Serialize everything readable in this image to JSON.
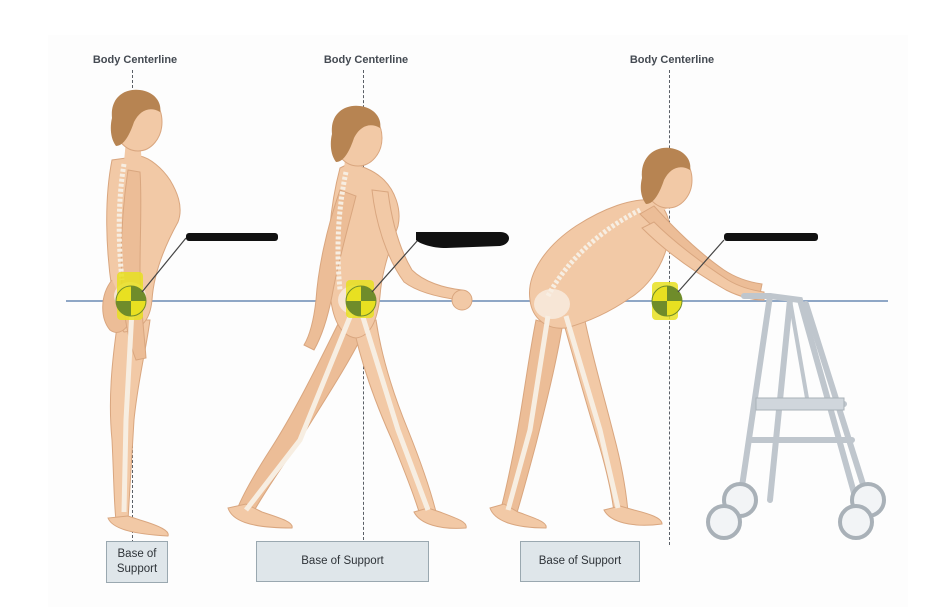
{
  "labels": {
    "centerline_1": "Body Centerline",
    "centerline_2": "Body Centerline",
    "centerline_3": "Body Centerline",
    "base_1": "Base of\nSupport",
    "base_2": "Base of Support",
    "base_3": "Base of Support"
  },
  "colors": {
    "skin": "#f2c9a6",
    "skin_shade": "#e3ad87",
    "bone": "#f7eee2",
    "hair": "#b78452",
    "cog_yellow": "#e8e021",
    "cog_green": "#6f8c2a",
    "horizon_line": "#8fa7c6",
    "walker": "#c6ccd2"
  },
  "figures": [
    "standing-figure",
    "walking-figure",
    "walker-figure"
  ],
  "icons": [
    "center-of-gravity-icon",
    "walker-icon"
  ]
}
